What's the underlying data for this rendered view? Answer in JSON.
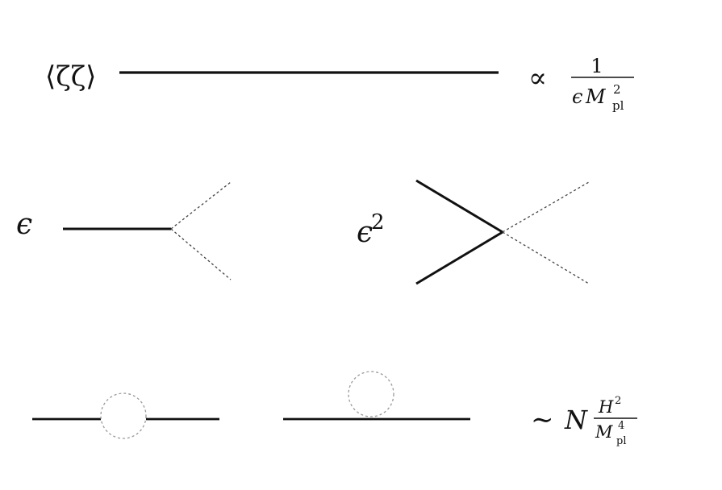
{
  "row1": {
    "label": "⟨ζζ⟩",
    "scaling": {
      "symbol": "∝",
      "numerator": "1",
      "denominator_eps": "ϵ",
      "denominator_M": "M",
      "denominator_sup": "2",
      "denominator_sub": "pl"
    }
  },
  "row2": {
    "left_label": "ϵ",
    "right_label_base": "ϵ",
    "right_label_sup": "2"
  },
  "row3": {
    "scaling": {
      "symbol": "∼",
      "factor": "N",
      "numerator_H": "H",
      "numerator_sup": "2",
      "denominator_M": "M",
      "denominator_sup": "4",
      "denominator_sub": "pl"
    }
  }
}
